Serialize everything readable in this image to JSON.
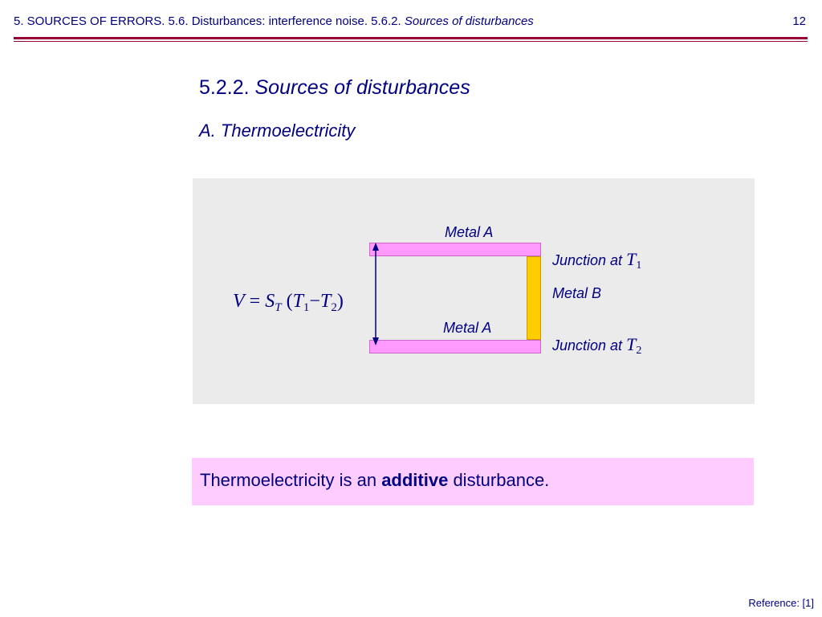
{
  "header": {
    "section_prefix": "5. SOURCES OF ERRORS. 5.6. Disturbances: interference noise. 5.6.2. ",
    "section_italic": "Sources of disturbances",
    "page_number": "12"
  },
  "title": {
    "number": "5.2.2. ",
    "text": "Sources of disturbances"
  },
  "subtitle": "A.  Thermoelectricity",
  "diagram": {
    "metal_a_top": "Metal A",
    "metal_a_bottom": "Metal A",
    "metal_b": "Metal B",
    "junction_1_prefix": "Junction at ",
    "junction_1_var": "T",
    "junction_1_sub": "1",
    "junction_2_prefix": "Junction at ",
    "junction_2_var": "T",
    "junction_2_sub": "2",
    "formula": {
      "v": "V",
      "eq": " = ",
      "s": "S",
      "s_sub": "T",
      "open": " (",
      "t1": "T",
      "t1_sub": "1",
      "minus": "−",
      "t2": "T",
      "t2_sub": "2",
      "close": ")"
    },
    "colors": {
      "metal_a": "#ff99ff",
      "metal_b": "#ffcc00",
      "panel": "#ebebeb"
    }
  },
  "note": {
    "before": "Thermoelectricity is an ",
    "bold": "additive",
    "after": " disturbance."
  },
  "reference": "Reference: [1]",
  "colors": {
    "text": "#000080",
    "rule": "#990033",
    "note_bg": "#ffccff"
  }
}
